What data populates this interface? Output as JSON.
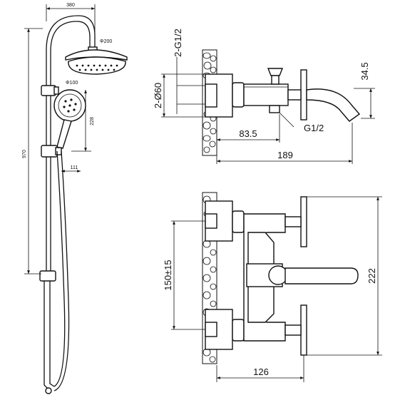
{
  "shower_column": {
    "dims": {
      "width": "380",
      "head_diameter": "Φ200",
      "hand_diameter": "Φ100",
      "holder_height": "228",
      "total_height": "970",
      "offset": "111"
    }
  },
  "side_view": {
    "dims": {
      "thread": "2-G1/2",
      "rosette": "2-Ø60",
      "height": "34.5",
      "outlet_thread": "G1/2",
      "inner_depth": "83.5",
      "total_depth": "189"
    }
  },
  "top_view": {
    "dims": {
      "centers": "150±15",
      "length": "222",
      "depth": "126"
    }
  }
}
